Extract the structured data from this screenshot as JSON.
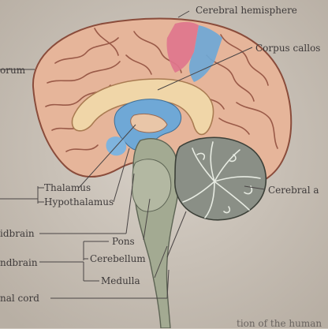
{
  "labels": {
    "cerebral_hemisphere": "Cerebral hemisphere",
    "corpus_callosum": "Corpus callos",
    "cerebrum": "orum",
    "thalamus": "Thalamus",
    "hypothalamus": "Hypothalamus",
    "cerebral_aqueduct": "Cerebral a",
    "midbrain": "idbrain",
    "pons": "Pons",
    "cerebellum": "Cerebellum",
    "hindbrain": "ndbrain",
    "medulla": "Medulla",
    "spinal_cord": "nal cord",
    "caption_fragment": "tion of the human"
  },
  "colors": {
    "paper": "#cfc7bd",
    "cortex": "#e6b59a",
    "sulcus": "#9a5a48",
    "ventricle_blue": "#6fa8d6",
    "motor_pink": "#e0768d",
    "cerebellum_grey": "#8a8f86",
    "brainstem_green": "#a3aa92",
    "label_ink": "#3e3a3a"
  }
}
